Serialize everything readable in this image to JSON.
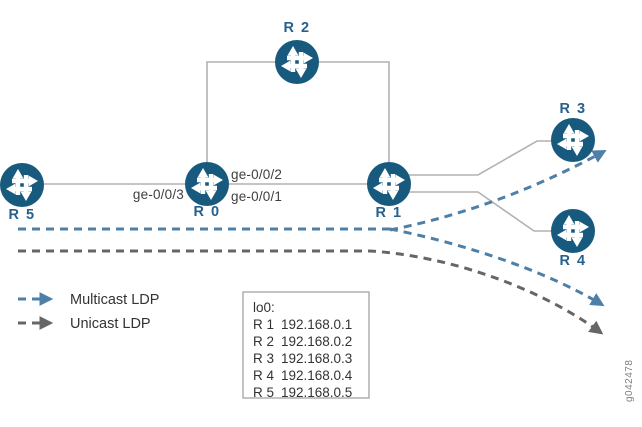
{
  "figure": {
    "id_label": "g042478"
  },
  "nodes": {
    "r0": {
      "label": "R 0"
    },
    "r1": {
      "label": "R 1"
    },
    "r2": {
      "label": "R 2"
    },
    "r3": {
      "label": "R 3"
    },
    "r4": {
      "label": "R 4"
    },
    "r5": {
      "label": "R 5"
    }
  },
  "interfaces": {
    "ge002": "ge-0/0/2",
    "ge001": "ge-0/0/1",
    "ge003": "ge-0/0/3"
  },
  "legend": {
    "multicast_label": "Multicast LDP",
    "unicast_label": "Unicast LDP"
  },
  "loopbacks": {
    "title": "lo0:",
    "rows": [
      {
        "name": "R 1",
        "address": "192.168.0.1"
      },
      {
        "name": "R 2",
        "address": "192.168.0.2"
      },
      {
        "name": "R 3",
        "address": "192.168.0.3"
      },
      {
        "name": "R 4",
        "address": "192.168.0.4"
      },
      {
        "name": "R 5",
        "address": "192.168.0.5"
      }
    ]
  },
  "colors": {
    "router_fill": "#175a7e",
    "node_label_blue": "#26618c",
    "multicast_blue": "#4e7fa7",
    "unicast_gray": "#666666",
    "link_gray": "#b2b2b2"
  }
}
